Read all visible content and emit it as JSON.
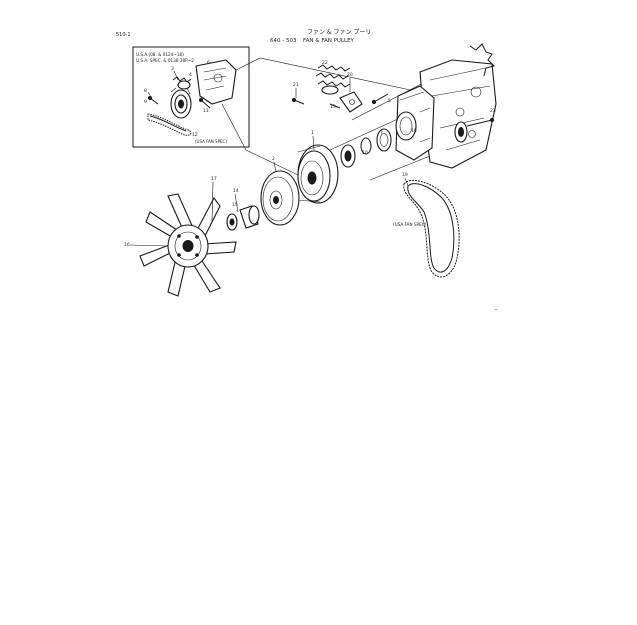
{
  "page": {
    "code": "510-1",
    "title_jp": "ファン & ファン プーリ",
    "title_group": "640 - 503",
    "title_en": "FAN & FAN PULLEY",
    "page_ref": "—"
  },
  "inset": {
    "note_line1": "U.S.A.(08. & 0124~18)",
    "note_line2": "U.S.A. SPEC. & 0138 28P~2",
    "belt_label": "(USA FAN SPEC)"
  },
  "belt_label_main": "(USA FAN SPEC)",
  "callouts": {
    "c1": "3",
    "c2": "4",
    "c3": "8",
    "c4": "9",
    "c5": "11",
    "c6": "12",
    "c7": "6",
    "c8": "21",
    "c9": "22",
    "c10": "20",
    "c11": "13",
    "c12": "1",
    "c13": "2",
    "c14": "17",
    "c15": "14",
    "c16": "15",
    "c17": "16",
    "c18": "18",
    "c19": "5",
    "c20": "7",
    "c21": "10",
    "c22": "23",
    "c23": "19"
  },
  "colors": {
    "ink": "#1a1a1a",
    "paper": "#ffffff"
  }
}
